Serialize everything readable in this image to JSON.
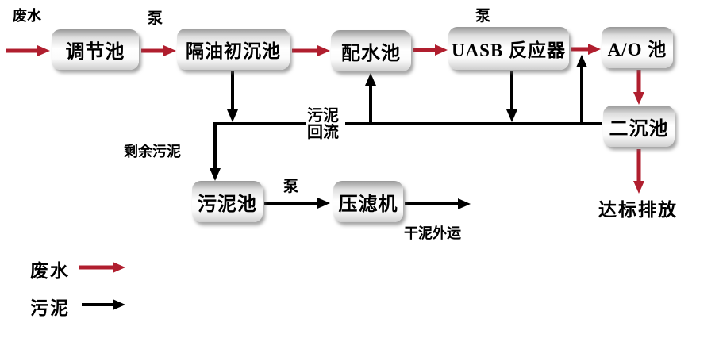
{
  "boxes": [
    {
      "id": "regulation-tank",
      "label": "调节池"
    },
    {
      "id": "oil-separation-tank",
      "label": "隔油初沉池"
    },
    {
      "id": "water-distribution-tank",
      "label": "配水池"
    },
    {
      "id": "uasb-reactor",
      "label": "UASB 反应器"
    },
    {
      "id": "ao-tank",
      "label": "A/O 池"
    },
    {
      "id": "secondary-sedimentation-tank",
      "label": "二沉池"
    },
    {
      "id": "sludge-tank",
      "label": "污泥池"
    },
    {
      "id": "filter-press",
      "label": "压滤机"
    }
  ],
  "annotations": {
    "influent": "废水",
    "pump_1": "泵",
    "pump_2": "泵",
    "pump_3": "泵",
    "sludge_return_line1": "污泥",
    "sludge_return_line2": "回流",
    "surplus_sludge": "剩余污泥",
    "dry_sludge_out": "干泥外运",
    "discharge": "达标排放"
  },
  "legend": {
    "items": [
      {
        "label": "废水",
        "color": "#b01e2e"
      },
      {
        "label": "污泥",
        "color": "#000000"
      }
    ]
  },
  "colors": {
    "wastewater": "#b01e2e",
    "sludge": "#000000",
    "box_top": "#989898",
    "box_center": "#ffffff"
  }
}
